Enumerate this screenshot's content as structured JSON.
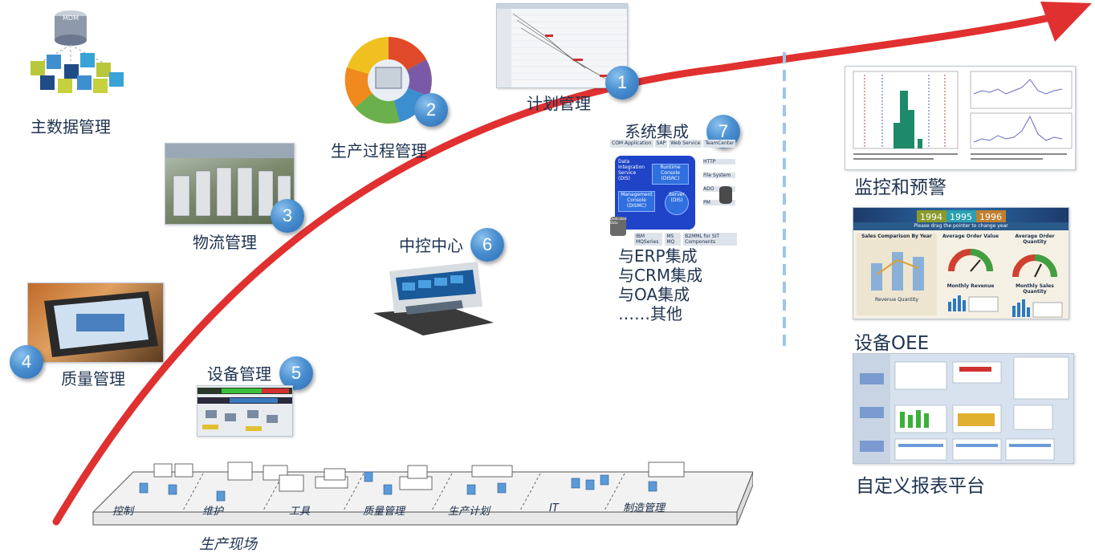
{
  "modules": [
    {
      "num": "1",
      "label": "计划管理"
    },
    {
      "num": "2",
      "label": "生产过程管理"
    },
    {
      "num": "3",
      "label": "物流管理"
    },
    {
      "num": "4",
      "label": "质量管理"
    },
    {
      "num": "5",
      "label": "设备管理"
    },
    {
      "num": "6",
      "label": "中控中心"
    },
    {
      "num": "7",
      "label": "系统集成"
    }
  ],
  "master_data": {
    "label": "主数据管理",
    "cylinder_text": "MDM"
  },
  "integration": {
    "lines": [
      "与ERP集成",
      "与CRM集成",
      "与OA集成",
      "……其他"
    ],
    "diagram": {
      "top": [
        "COM Application",
        "SAP",
        "Web Service",
        "TeamCenter"
      ],
      "core": [
        "Data Integration Service (DIS)",
        "Runtime Console (DISRC)",
        "Management Console (DISMC)",
        "Server (DIS)"
      ],
      "right": [
        "HTTP",
        "File System",
        "ADO",
        "PM"
      ],
      "bottom": [
        "IBM MQSeries",
        "MS MQ",
        "B2MML for SIT Components"
      ],
      "db_label": "Dedicated Data"
    }
  },
  "right_panel": {
    "monitor_label": "监控和预警",
    "oee_label": "设备OEE",
    "report_label": "自定义报表平台",
    "oee": {
      "years": [
        "1994",
        "1995",
        "1996"
      ],
      "hint": "Please drag the pointer to change year",
      "panels": [
        "Sales Comparison By Year",
        "Average Order Value",
        "Average Order Quantity",
        "Monthly Revenue",
        "Monthly Sales Quantity"
      ],
      "legend": [
        "Revenue",
        "Quantity"
      ]
    }
  },
  "shopfloor": {
    "title": "生产现场",
    "sections": [
      "控制",
      "维护",
      "工具",
      "质量管理",
      "生产计划",
      "IT",
      "制造管理"
    ]
  },
  "colors": {
    "arrow": "#e03030",
    "badge": "#4a8fd0",
    "text": "#1f3350"
  }
}
